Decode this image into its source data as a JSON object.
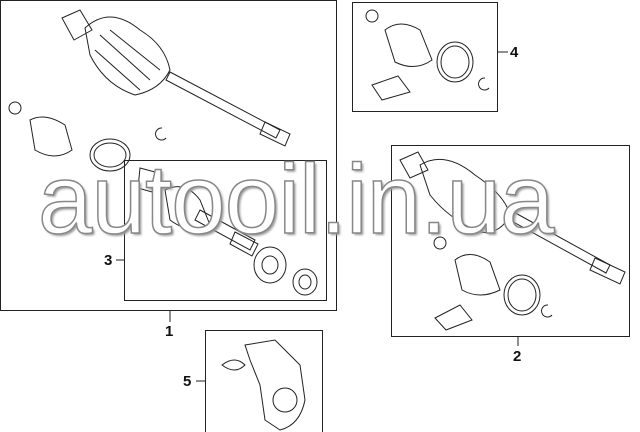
{
  "callouts": {
    "c1": "1",
    "c2": "2",
    "c3": "3",
    "c4": "4",
    "c5": "5"
  },
  "watermark": "autooil.in.ua"
}
